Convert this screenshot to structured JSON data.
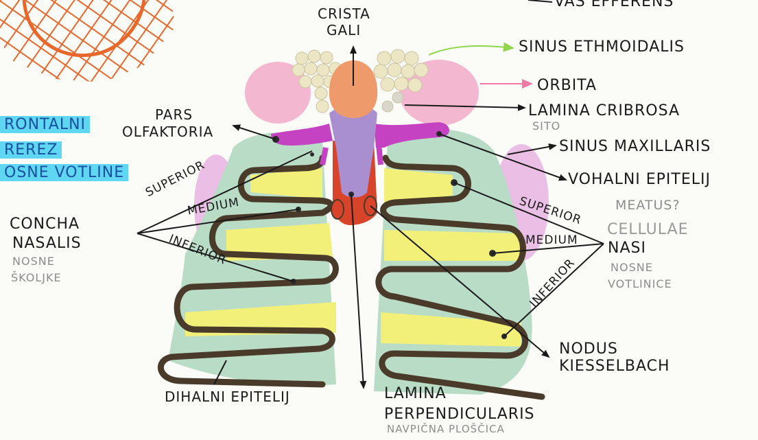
{
  "top_right": {
    "text": "VAS EFFERENS"
  },
  "left_box": {
    "line1": "RONTALNI",
    "line2": "REREZ",
    "line3": "OSNE VOTLINE"
  },
  "labels": {
    "crista_galli": {
      "line1": "CRISTA",
      "line2": "GALI"
    },
    "sinus_ethmoidalis": "SINUS ETHMOIDALIS",
    "orbita": "ORBITA",
    "lamina_cribrosa": "LAMINA CRIBROSA",
    "sito": "SITO",
    "pars_olfaktoria": {
      "line1": "PARS",
      "line2": "OLFAKTORIA"
    },
    "sinus_maxillaris": "SINUS MAXILLARIS",
    "vohalni_epitelij": "VOHALNI EPITELIJ",
    "concha_nasalis": {
      "line1": "CONCHA",
      "line2": "NASALIS"
    },
    "nosne_skoljke": {
      "line1": "NOSNE",
      "line2": "ŠKOLJKE"
    },
    "superior_left": "SUPERIOR",
    "medium_left": "MEDIUM",
    "inferior_left": "INFERIOR",
    "superior_right": "SUPERIOR",
    "medium_right": "MEDIUM",
    "inferior_right": "INFERIOR",
    "meatus": "MEATUS?",
    "cellulae": "CELLULAE",
    "nasi": "NASI",
    "nosne_votlinice": {
      "line1": "NOSNE",
      "line2": "VOTLINICE"
    },
    "nodus": {
      "line1": "NODUS",
      "line2": "KIESSELBACH"
    },
    "dihalni_epitelij": "DIHALNI EPITELIJ",
    "lamina_perpendicularis": {
      "line1": "LAMINA",
      "line2": "PERPENDICULARIS"
    },
    "navpicna_ploscica": "NAVPIČNA PLOŠČICA"
  },
  "colors": {
    "highlight": "#5fd6f2",
    "mucosa_green": "#b9dcc6",
    "concha_yellow": "#f3f07a",
    "outline_brown": "#4a3a2a",
    "septum_purple": "#a98fd0",
    "septum_red": "#d8442a",
    "olfactory_magenta": "#c542c2",
    "crista_orange": "#ee9a6a",
    "orbita_pink": "#f3b8cf",
    "ethmoid_cells": "#e8e2c0",
    "arrow_green": "#8fd64a",
    "arrow_pink": "#f07aa5",
    "grid_orange": "#e8672a"
  }
}
